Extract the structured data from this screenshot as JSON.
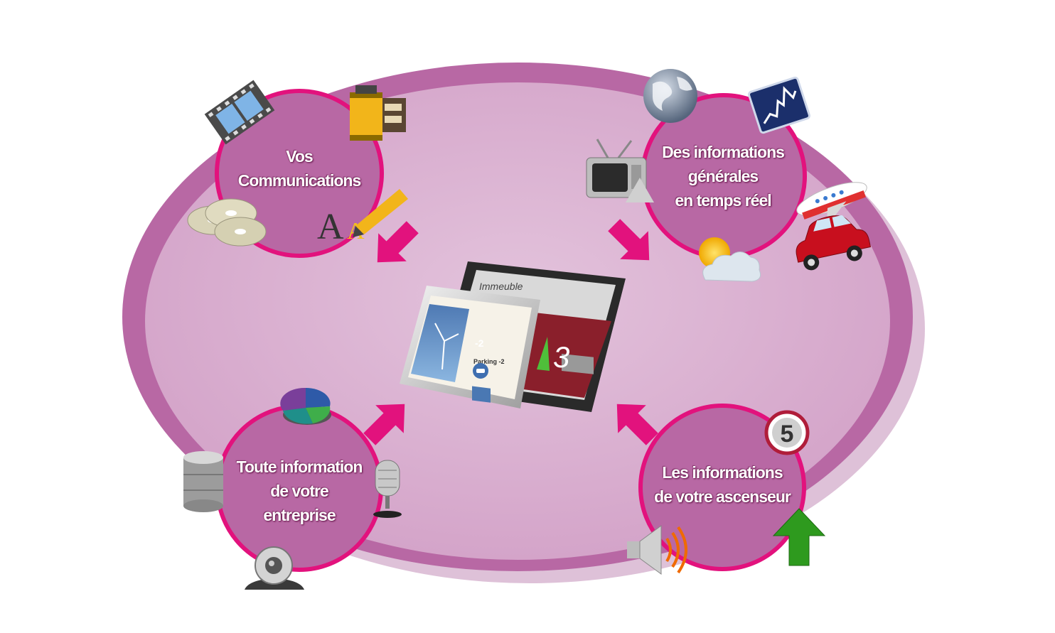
{
  "colors": {
    "ellipse_outer": "#b35fa3",
    "ellipse_inner": "#d8afcf",
    "node_fill": "#b868a4",
    "node_ring": "#e2127d",
    "arrow": "#e2127d"
  },
  "nodes": {
    "communications": {
      "lines": [
        "Vos",
        "Communications"
      ],
      "icons": [
        "film-strip-icon",
        "film-roll-icon",
        "cd-discs-icon",
        "font-highlighter-icon"
      ]
    },
    "general_info": {
      "lines": [
        "Des informations",
        "générales",
        "en temps réel"
      ],
      "icons": [
        "globe-icon",
        "stock-chart-icon",
        "tv-icon",
        "airplane-icon",
        "car-icon",
        "weather-icon"
      ]
    },
    "company_info": {
      "lines": [
        "Toute information",
        "de votre",
        "entreprise"
      ],
      "icons": [
        "pie-chart-icon",
        "database-icon",
        "microphone-icon",
        "webcam-icon"
      ]
    },
    "elevator_info": {
      "lines": [
        "Les informations",
        "de votre ascenseur"
      ],
      "icons": [
        "floor-number-icon",
        "speaker-icon",
        "up-arrow-icon"
      ]
    }
  },
  "badges": {
    "floor_number": "5"
  },
  "center_screens": {
    "back_title": "Immeuble",
    "back_floor": "3",
    "front_floor": "-2",
    "front_parking": "Parking -2"
  }
}
